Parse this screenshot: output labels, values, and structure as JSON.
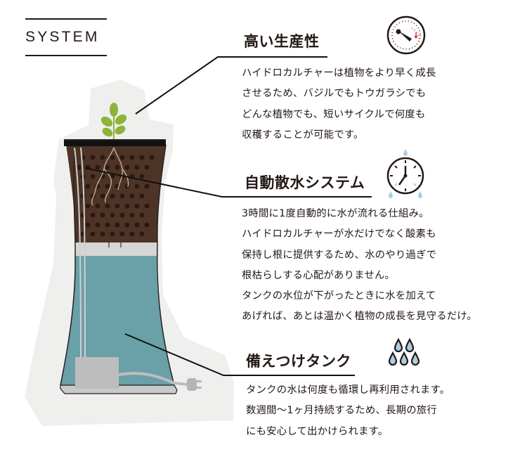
{
  "header": {
    "title": "SYSTEM"
  },
  "sections": [
    {
      "id": "productivity",
      "heading": "高い生産性",
      "icon": "speedometer-icon",
      "lines": [
        "ハイドロカルチャーは植物をより早く成長",
        "させるため、バジルでもトウガラシでも",
        "どんな植物でも、短いサイクルで何度も",
        "収穫することが可能です。"
      ]
    },
    {
      "id": "auto-watering",
      "heading": "自動散水システム",
      "icon": "clock-water-icon",
      "lines": [
        "3時間に1度自動的に水が流れる仕組み。",
        "ハイドロカルチャーが水だけでなく酸素も",
        "保持し根に提供するため、水のやり過ぎで",
        "根枯らしする心配がありません。",
        "タンクの水位が下がったときに水を加えて",
        "あげれば、あとは温かく植物の成長を見守るだけ。"
      ]
    },
    {
      "id": "tank",
      "heading": "備えつけタンク",
      "icon": "water-drops-icon",
      "lines": [
        "タンクの水は何度も循環し再利用されます。",
        "数週間〜1ヶ月持続するため、長期の旅行",
        "にも安心して出かけられます。"
      ]
    }
  ],
  "colors": {
    "text": "#231815",
    "soil": "#4e3426",
    "soil_dots": "#2c1a12",
    "water": "#6aa0a8",
    "tray": "#d4d4d4",
    "backdrop": "#efefee",
    "leaf": "#8db33a",
    "accent_red": "#d2242b",
    "drop_blue": "#a9cfe0"
  }
}
